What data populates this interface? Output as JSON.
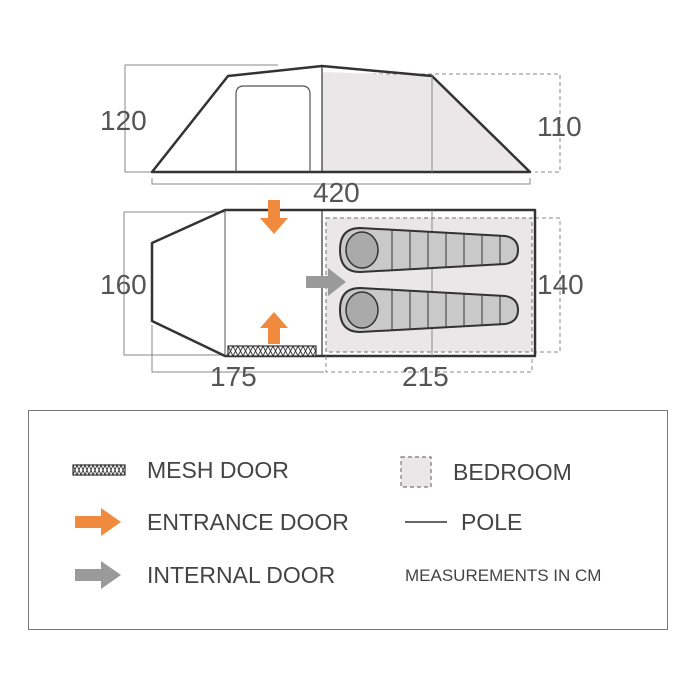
{
  "dimensions": {
    "overall_length": "420",
    "front_height": "120",
    "rear_height": "110",
    "front_width": "160",
    "bedroom_width": "140",
    "porch_length": "175",
    "bedroom_length": "215"
  },
  "legend": {
    "mesh_door": "MESH DOOR",
    "entrance_door": "ENTRANCE DOOR",
    "internal_door": "INTERNAL DOOR",
    "bedroom": "BEDROOM",
    "pole": "POLE",
    "measurements_note": "MEASUREMENTS IN CM"
  },
  "colors": {
    "outline": "#333333",
    "bedroom_fill": "#ebe7e8",
    "entrance_arrow": "#f08a3e",
    "internal_arrow": "#9a9a9a",
    "dimension_line": "#888888"
  }
}
